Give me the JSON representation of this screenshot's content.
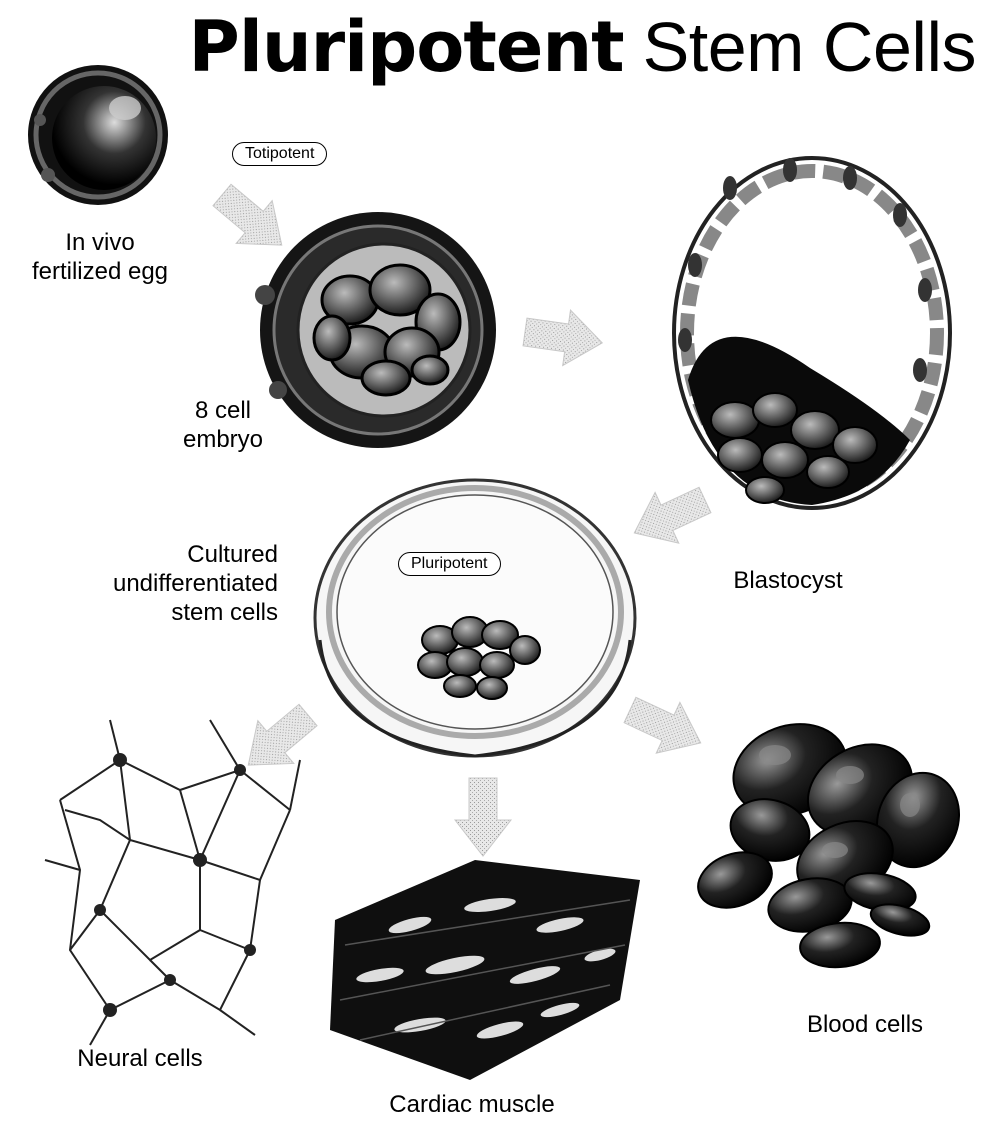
{
  "title": {
    "bold": "Pluripotent",
    "regular": "Stem Cells"
  },
  "labels": {
    "egg": [
      "In vivo",
      "fertilized egg"
    ],
    "totipotent": "Totipotent",
    "embryo": [
      "8 cell",
      "embryo"
    ],
    "blastocyst": "Blastocyst",
    "cultured": [
      "Cultured",
      "undifferentiated",
      "stem cells"
    ],
    "pluripotent": "Pluripotent",
    "neural": "Neural cells",
    "cardiac": "Cardiac muscle",
    "blood": "Blood cells"
  },
  "icons": [
    "fertilized-egg-illustration",
    "eight-cell-embryo-illustration",
    "blastocyst-illustration",
    "petri-dish-illustration",
    "neural-cells-illustration",
    "cardiac-muscle-illustration",
    "blood-cells-illustration",
    "arrow-icon"
  ]
}
